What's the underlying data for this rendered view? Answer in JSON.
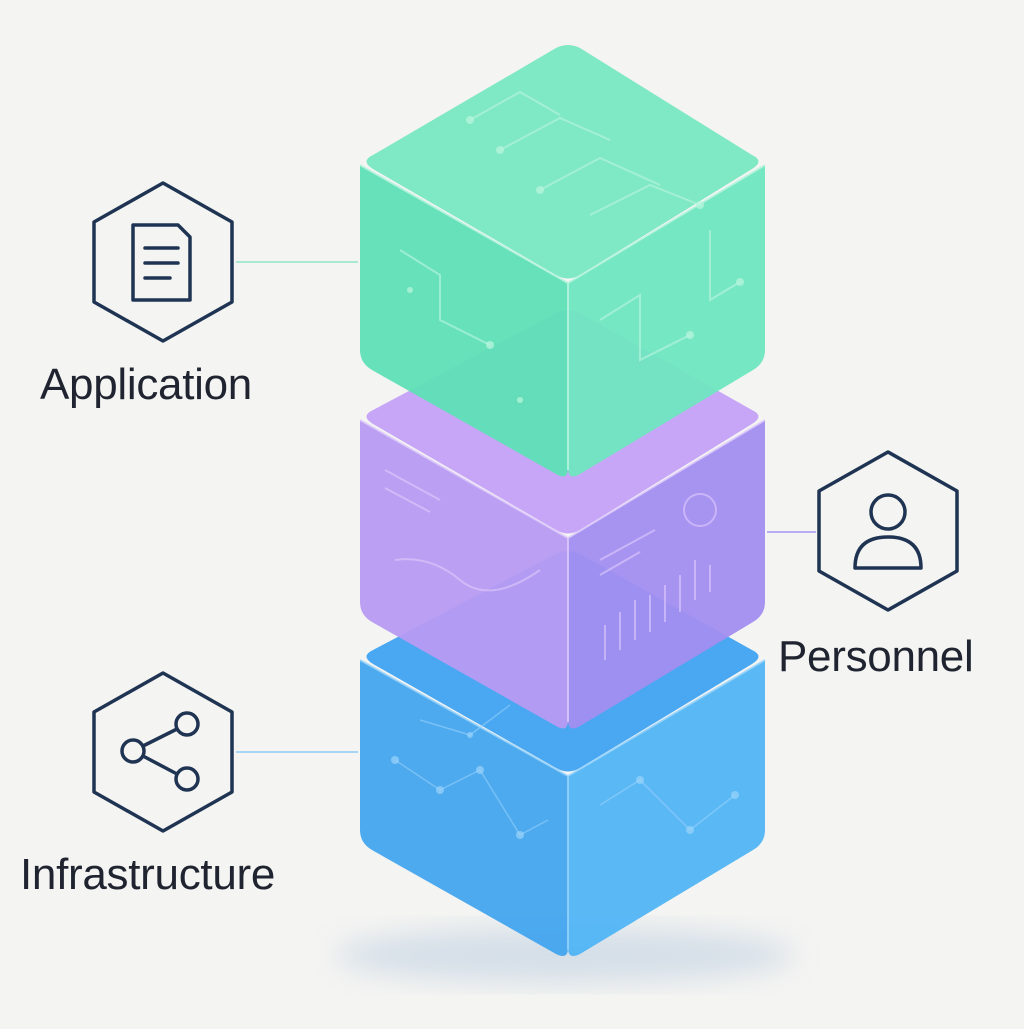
{
  "layers": [
    {
      "id": "application",
      "label": "Application",
      "icon": "document-icon",
      "side": "left",
      "colors": {
        "top": "#7fe8c4",
        "left": "#5fdfb6",
        "right": "#6fe6c0",
        "edge": "#b8f5de"
      }
    },
    {
      "id": "personnel",
      "label": "Personnel",
      "icon": "user-icon",
      "side": "right",
      "colors": {
        "top": "#c7a6f7",
        "left": "#b79af2",
        "right": "#a28ef0",
        "edge": "#e0ccfb"
      }
    },
    {
      "id": "infrastructure",
      "label": "Infrastructure",
      "icon": "share-network-icon",
      "side": "left",
      "colors": {
        "top": "#4aa8f2",
        "left": "#3fa4ef",
        "right": "#4eb4f5",
        "edge": "#9bd4fb"
      }
    }
  ],
  "colors": {
    "background": "#f4f4f2",
    "icon_stroke": "#1f3452",
    "text": "#1f2430"
  }
}
